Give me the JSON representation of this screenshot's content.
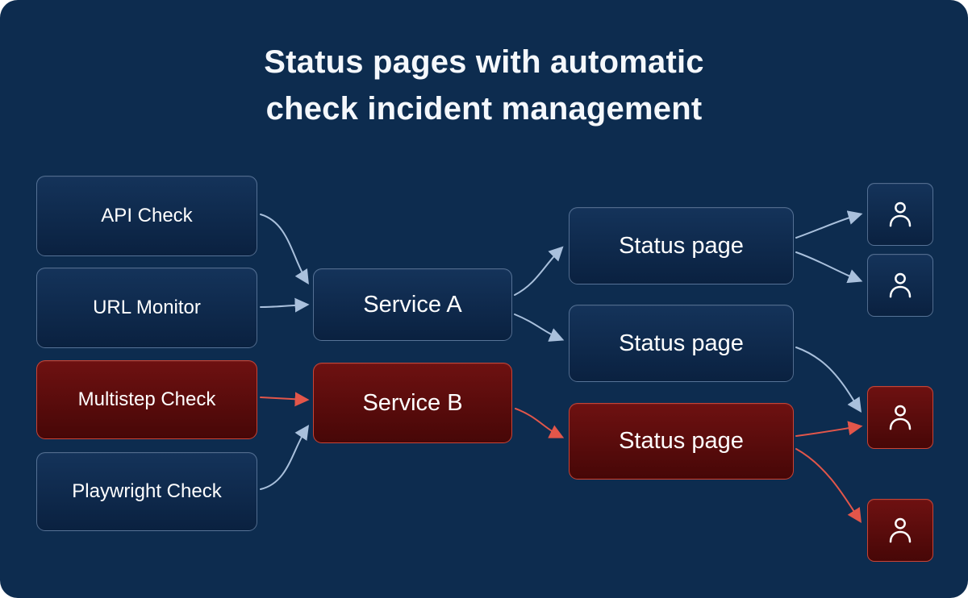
{
  "title": {
    "line1": "Status pages with automatic",
    "line2": "check incident management"
  },
  "checks": [
    {
      "label": "API Check",
      "variant": "navy"
    },
    {
      "label": "URL Monitor",
      "variant": "navy"
    },
    {
      "label": "Multistep Check",
      "variant": "red"
    },
    {
      "label": "Playwright Check",
      "variant": "navy"
    }
  ],
  "services": [
    {
      "label": "Service A",
      "variant": "navy"
    },
    {
      "label": "Service B",
      "variant": "red"
    }
  ],
  "status_pages": [
    {
      "label": "Status page",
      "variant": "navy"
    },
    {
      "label": "Status page",
      "variant": "navy"
    },
    {
      "label": "Status page",
      "variant": "red"
    }
  ],
  "users": [
    {
      "icon": "user-icon",
      "variant": "navy"
    },
    {
      "icon": "user-icon",
      "variant": "navy"
    },
    {
      "icon": "user-icon",
      "variant": "red"
    },
    {
      "icon": "user-icon",
      "variant": "red"
    }
  ],
  "colors": {
    "background": "#0d2c4f",
    "arrow_blue": "#a9c0dc",
    "arrow_red": "#e2564a",
    "navy_border": "#8ca8ca",
    "red_border": "#d54a3a",
    "text": "#f5f8fc"
  }
}
